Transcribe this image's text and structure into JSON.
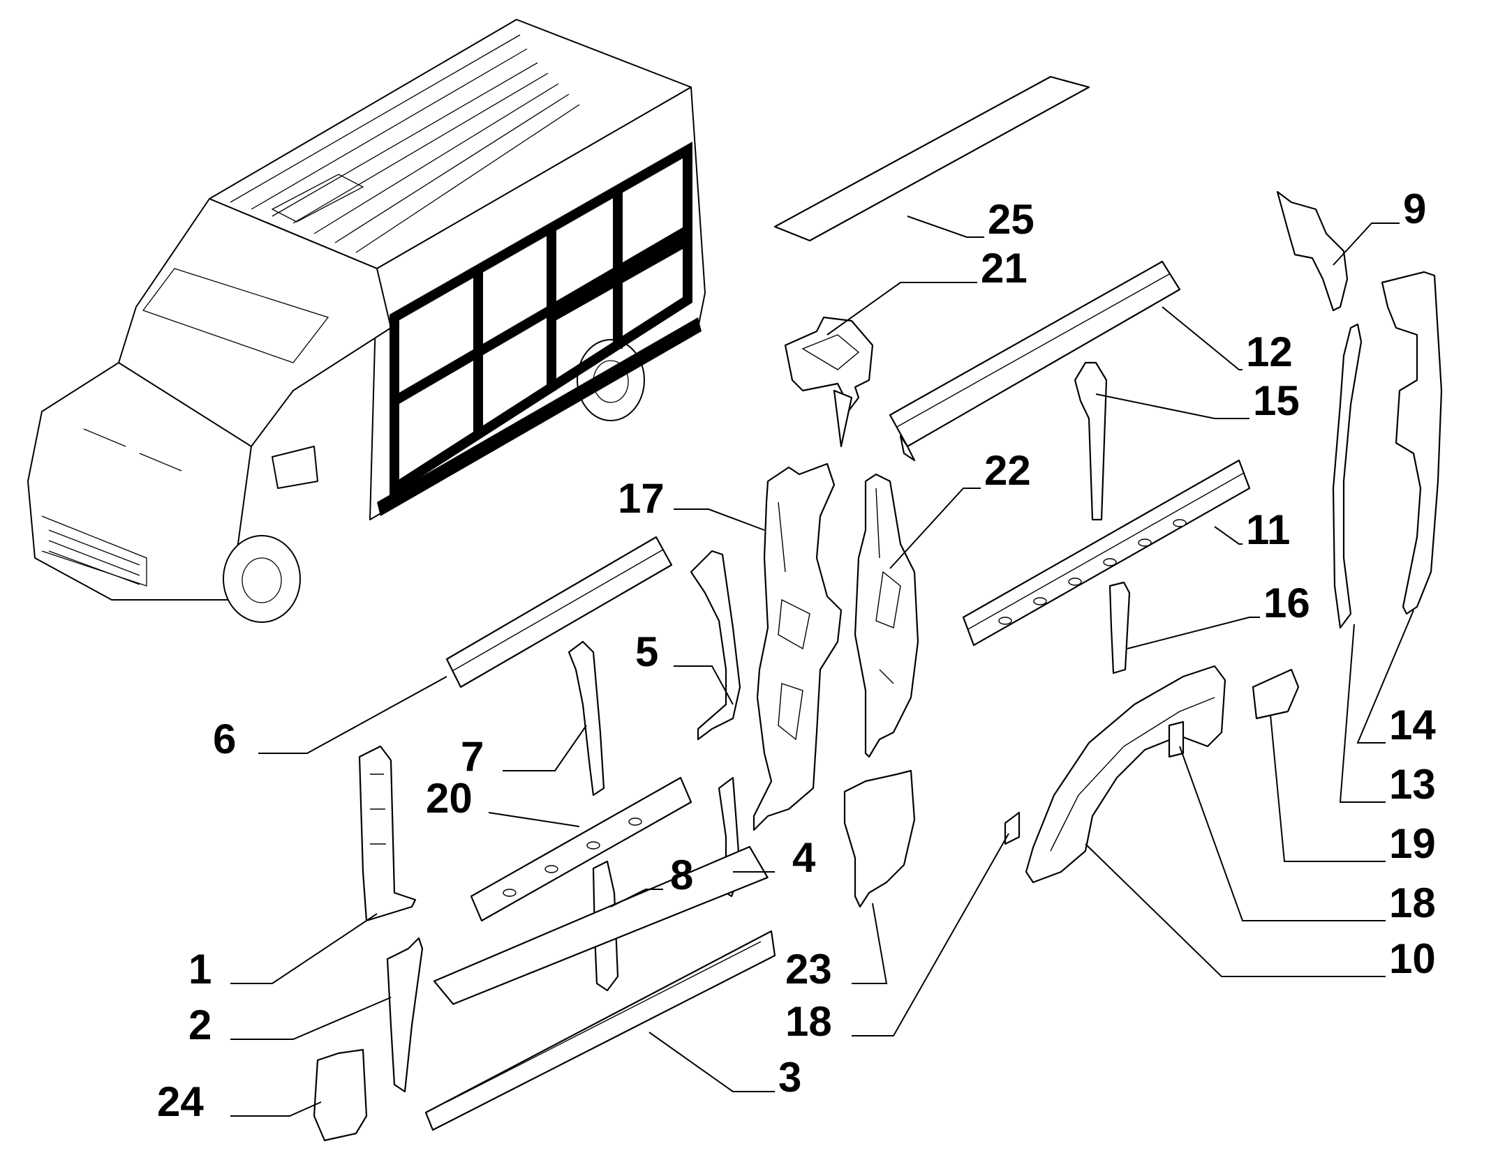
{
  "colors": {
    "ink": "#000000",
    "paper": "#ffffff"
  },
  "callouts": [
    {
      "id": "1",
      "text": "1"
    },
    {
      "id": "2",
      "text": "2"
    },
    {
      "id": "3",
      "text": "3"
    },
    {
      "id": "4",
      "text": "4"
    },
    {
      "id": "5",
      "text": "5"
    },
    {
      "id": "6",
      "text": "6"
    },
    {
      "id": "7",
      "text": "7"
    },
    {
      "id": "8",
      "text": "8"
    },
    {
      "id": "9",
      "text": "9"
    },
    {
      "id": "10",
      "text": "10"
    },
    {
      "id": "11",
      "text": "11"
    },
    {
      "id": "12",
      "text": "12"
    },
    {
      "id": "13",
      "text": "13"
    },
    {
      "id": "14",
      "text": "14"
    },
    {
      "id": "15",
      "text": "15"
    },
    {
      "id": "16",
      "text": "16"
    },
    {
      "id": "17",
      "text": "17"
    },
    {
      "id": "18a",
      "text": "18"
    },
    {
      "id": "18b",
      "text": "18"
    },
    {
      "id": "19",
      "text": "19"
    },
    {
      "id": "20",
      "text": "20"
    },
    {
      "id": "21",
      "text": "21"
    },
    {
      "id": "22",
      "text": "22"
    },
    {
      "id": "23",
      "text": "23"
    },
    {
      "id": "24",
      "text": "24"
    },
    {
      "id": "25",
      "text": "25"
    }
  ]
}
